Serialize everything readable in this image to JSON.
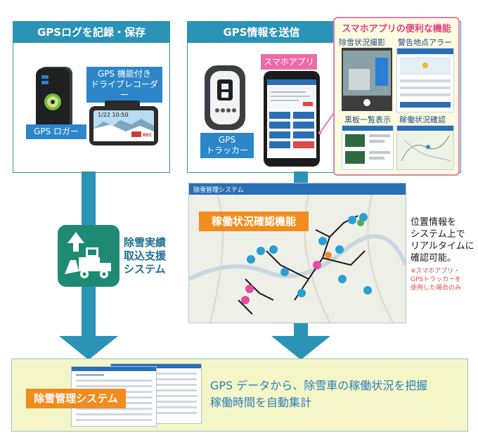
{
  "left_panel": {
    "title": "GPSログを記録・保存",
    "recorder_label": "GPS 機能付き\nドライブレコーダー",
    "logger_label": "GPS ロガー",
    "recorder_screen_time": "1/22 10:50",
    "recorder_badge": "REC"
  },
  "center_panel": {
    "title": "GPS情報を送信",
    "app_label": "スマホアプリ",
    "tracker_label": "GPS\nトラッカー"
  },
  "features_box": {
    "title": "スマホアプリの便利な機能",
    "features": [
      "除雪状況撮影",
      "警告地点アラーム",
      "黒板一覧表示",
      "稼働状況確認"
    ]
  },
  "map_panel": {
    "app_title": "除雪管理システム",
    "label": "稼働状況確認機能"
  },
  "side_note": {
    "text": "位置情報を\nシステム上で\nリアルタイムに\n確認可能。",
    "footnote": "※スマホアプリ・\nGPSトラッカーを\n使用した場合のみ"
  },
  "support_system": {
    "label": "除雪実績\n取込支援\nシステム"
  },
  "bottom": {
    "system_label": "除雪管理システム",
    "description": "GPS データから、除雪車の稼働状況を把握\n稼働時間を自動集計"
  },
  "colors": {
    "teal": "#2a93b6",
    "orange": "#f28c1e",
    "pink": "#ee6aa7",
    "blue_tag": "#2c86c9",
    "bottom_bg": "#f5f6c8"
  }
}
